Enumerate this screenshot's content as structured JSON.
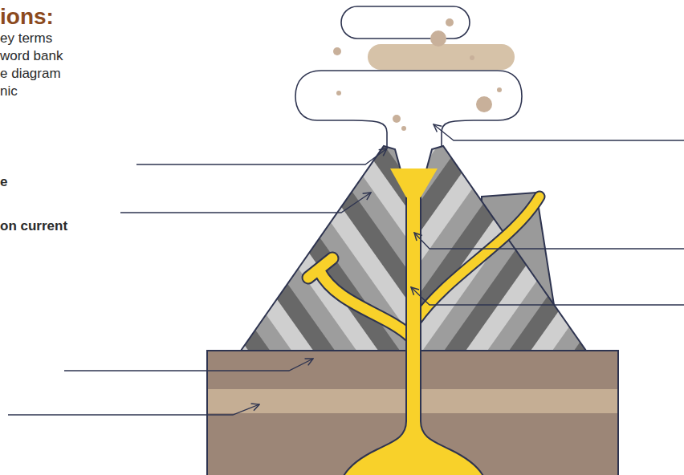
{
  "diagram": {
    "title": "ions:",
    "labels": [
      "ey terms",
      "word bank",
      "e diagram",
      "nic",
      "e",
      "on current"
    ]
  }
}
